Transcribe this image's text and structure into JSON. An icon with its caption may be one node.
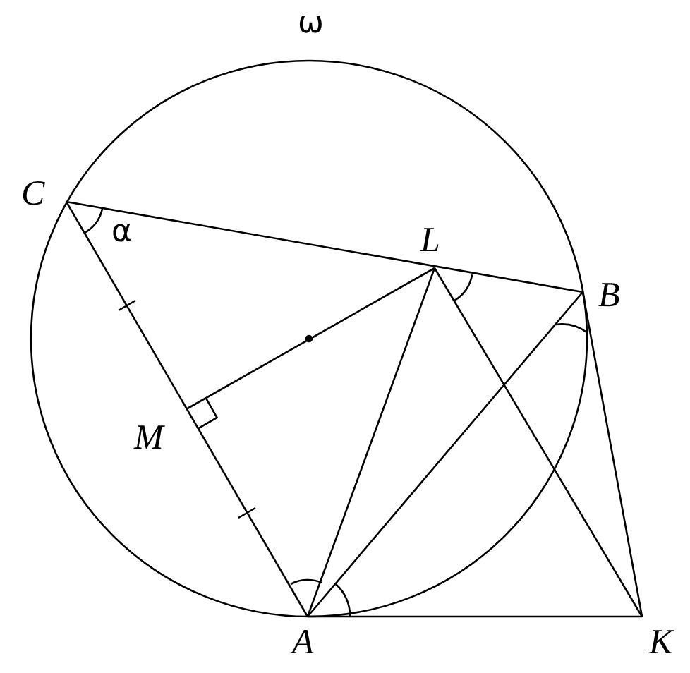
{
  "diagram": {
    "labels": [
      "ω",
      "C",
      "α",
      "L",
      "B",
      "M",
      "A",
      "K"
    ]
  }
}
